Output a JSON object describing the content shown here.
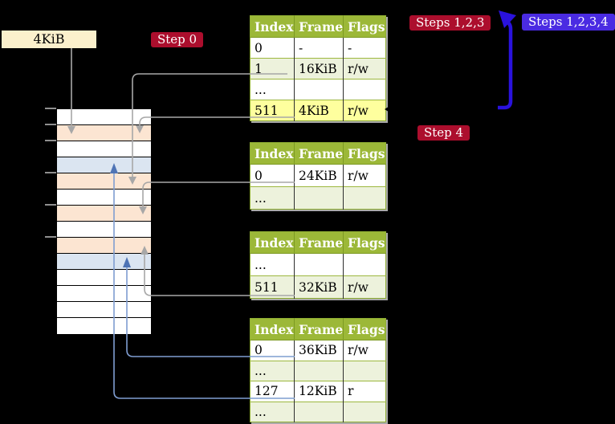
{
  "frame_size_label": "4KiB",
  "step_badges": {
    "step0": "Step 0",
    "steps123": "Steps 1,2,3",
    "steps1234": "Steps 1,2,3,4",
    "step4": "Step 4"
  },
  "colors": {
    "background": "#000000",
    "table_header_green": "#9cb838",
    "table_row_alt_green": "#edf2dc",
    "table_row_highlight_yellow": "#feff9e",
    "memory_page_table_orange": "#fce5d2",
    "memory_mapped_frame_blue": "#dbe5f1",
    "frame_label_cream": "#fbf0cc",
    "badge_red": "#ac0e2d",
    "badge_blue": "#4a2be2",
    "big_arrow_blue": "#2a12dd",
    "connector_gray": "#a7a7a7",
    "connector_light_blue": "#7f9dd1"
  },
  "memory": {
    "row_types": [
      "free",
      "table",
      "free",
      "mapped",
      "table",
      "free",
      "table",
      "free",
      "table",
      "mapped",
      "free",
      "free",
      "free",
      "free"
    ]
  },
  "page_tables": [
    {
      "name": "level-4-table",
      "headers": [
        "Index",
        "Frame",
        "Flags"
      ],
      "rows": [
        {
          "cells": [
            "0",
            "-",
            "-"
          ],
          "style": "plain"
        },
        {
          "cells": [
            "1",
            "16KiB",
            "r/w"
          ],
          "style": "alt"
        },
        {
          "cells": [
            "...",
            "",
            ""
          ],
          "style": "plain"
        },
        {
          "cells": [
            "511",
            "4KiB",
            "r/w"
          ],
          "style": "hl"
        }
      ]
    },
    {
      "name": "level-3-table",
      "headers": [
        "Index",
        "Frame",
        "Flags"
      ],
      "rows": [
        {
          "cells": [
            "0",
            "24KiB",
            "r/w"
          ],
          "style": "plain"
        },
        {
          "cells": [
            "...",
            "",
            ""
          ],
          "style": "alt"
        }
      ]
    },
    {
      "name": "level-2-table",
      "headers": [
        "Index",
        "Frame",
        "Flags"
      ],
      "rows": [
        {
          "cells": [
            "...",
            "",
            ""
          ],
          "style": "plain"
        },
        {
          "cells": [
            "511",
            "32KiB",
            "r/w"
          ],
          "style": "alt"
        }
      ]
    },
    {
      "name": "level-1-table",
      "headers": [
        "Index",
        "Frame",
        "Flags"
      ],
      "rows": [
        {
          "cells": [
            "0",
            "36KiB",
            "r/w"
          ],
          "style": "plain"
        },
        {
          "cells": [
            "...",
            "",
            ""
          ],
          "style": "alt"
        },
        {
          "cells": [
            "127",
            "12KiB",
            "r"
          ],
          "style": "plain"
        },
        {
          "cells": [
            "...",
            "",
            ""
          ],
          "style": "alt"
        }
      ]
    }
  ]
}
